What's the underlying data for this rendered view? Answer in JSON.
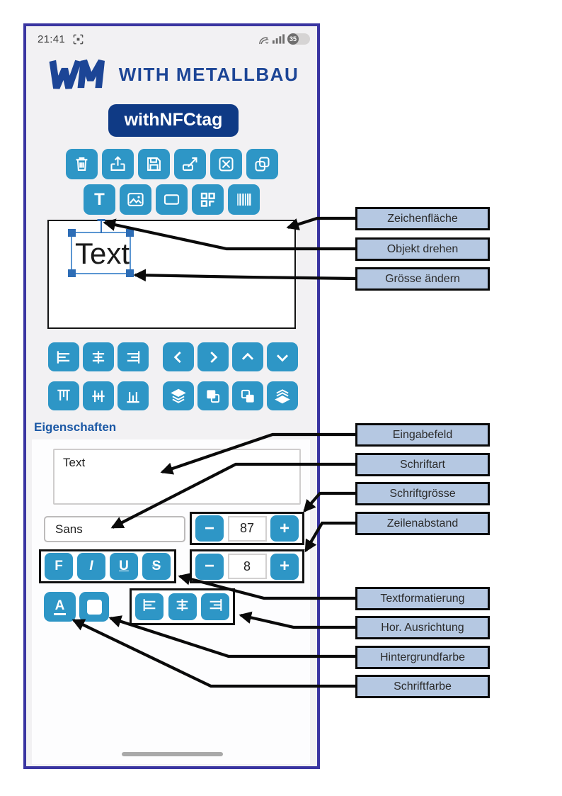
{
  "status_bar": {
    "time": "21:41",
    "battery_percent": "35"
  },
  "logo": {
    "monogram": "WM",
    "brand": "WITH METALLBAU"
  },
  "app_button": {
    "label": "withNFCtag"
  },
  "toolbar_row1": {
    "icons": [
      "trash",
      "upload",
      "save",
      "export-resize",
      "close-box",
      "duplicate"
    ]
  },
  "toolbar_row2": {
    "icons": [
      "text-tool",
      "image-tool",
      "shape-tool",
      "qrcode-tool",
      "barcode-tool"
    ],
    "text_tool_label": "T"
  },
  "canvas": {
    "object_text": "Text"
  },
  "align_row1": {
    "icons": [
      "align-left",
      "align-center-horizontal",
      "align-right",
      "move-left",
      "move-right",
      "move-up",
      "move-down"
    ]
  },
  "align_row2": {
    "icons": [
      "align-top",
      "align-middle-vertical",
      "align-bottom",
      "bring-forward",
      "bring-to-front",
      "send-to-back",
      "send-backward"
    ]
  },
  "properties": {
    "heading": "Eigenschaften",
    "text_input_value": "Text",
    "font_family_value": "Sans",
    "font_size": {
      "minus": "−",
      "value": "87",
      "plus": "+"
    },
    "line_spacing": {
      "minus": "−",
      "value": "8",
      "plus": "+"
    },
    "formatting": {
      "bold": "F",
      "italic": "I",
      "underline": "U",
      "strikethrough": "S"
    },
    "font_color_label": "A",
    "hor_align_icons": [
      "align-left",
      "align-center",
      "align-right"
    ]
  },
  "annotations": {
    "labels": [
      "Zeichenfläche",
      "Objekt drehen",
      "Grösse ändern",
      "Eingabefeld",
      "Schriftart",
      "Schriftgrösse",
      "Zeilenabstand",
      "Textformatierung",
      "Hor. Ausrichtung",
      "Hintergrundfarbe",
      "Schriftfarbe"
    ]
  },
  "colors": {
    "accent_blue": "#2e96c6",
    "brand_navy": "#1c4596",
    "frame_indigo": "#3a35a1",
    "label_fill": "#b5c8e2"
  }
}
